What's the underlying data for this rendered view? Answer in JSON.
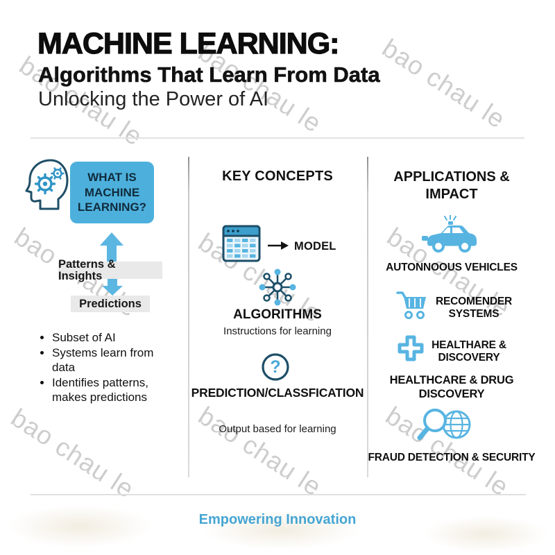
{
  "header": {
    "title": "MACHINE LEARNING:",
    "subtitle": "Algorithms That Learn From Data",
    "tagline": "Unlocking the Power of AI"
  },
  "watermark": {
    "text": "bao chau le"
  },
  "left_column": {
    "box_title": "WHAT IS MACHINE LEARNING?",
    "flow_top": "Patterns & Insights",
    "flow_bottom": "Predictions",
    "bullets": [
      "Subset of AI",
      "Systems learn from data",
      "Identifies patterns, makes predictions"
    ]
  },
  "middle_column": {
    "heading": "KEY CONCEPTS",
    "model_label": "MODEL",
    "algorithms_title": "ALGORITHMS",
    "algorithms_caption": "Instructions for learning",
    "prediction_title": "PREDICTION/CLASSFICATION",
    "prediction_caption": "Output based for learning",
    "question_glyph": "?"
  },
  "right_column": {
    "heading": "APPLICATIONS & IMPACT",
    "items": [
      {
        "icon": "police-car-icon",
        "label": "AUTONNOOUS VEHICLES"
      },
      {
        "icon": "shopping-cart-icon",
        "label": "RECOMENDER SYSTEMS"
      },
      {
        "icon": "medical-cross-icon",
        "label": "HEALTHARE & DISCOVERY"
      },
      {
        "icon": "none",
        "label": "HEALTHCARE & DRUG DISCOVERY"
      },
      {
        "icon": "magnifier-globe-icon",
        "label": "FRAUD DETECTION & SECURITY"
      }
    ]
  },
  "footer": {
    "tagline": "Empowering Innovation"
  },
  "colors": {
    "accent_blue": "#4db0dc",
    "icon_blue": "#57b4e1",
    "outline_navy": "#1c4e68",
    "footer_blue": "#45a5d3",
    "bar_gray": "#e9e9e9"
  }
}
